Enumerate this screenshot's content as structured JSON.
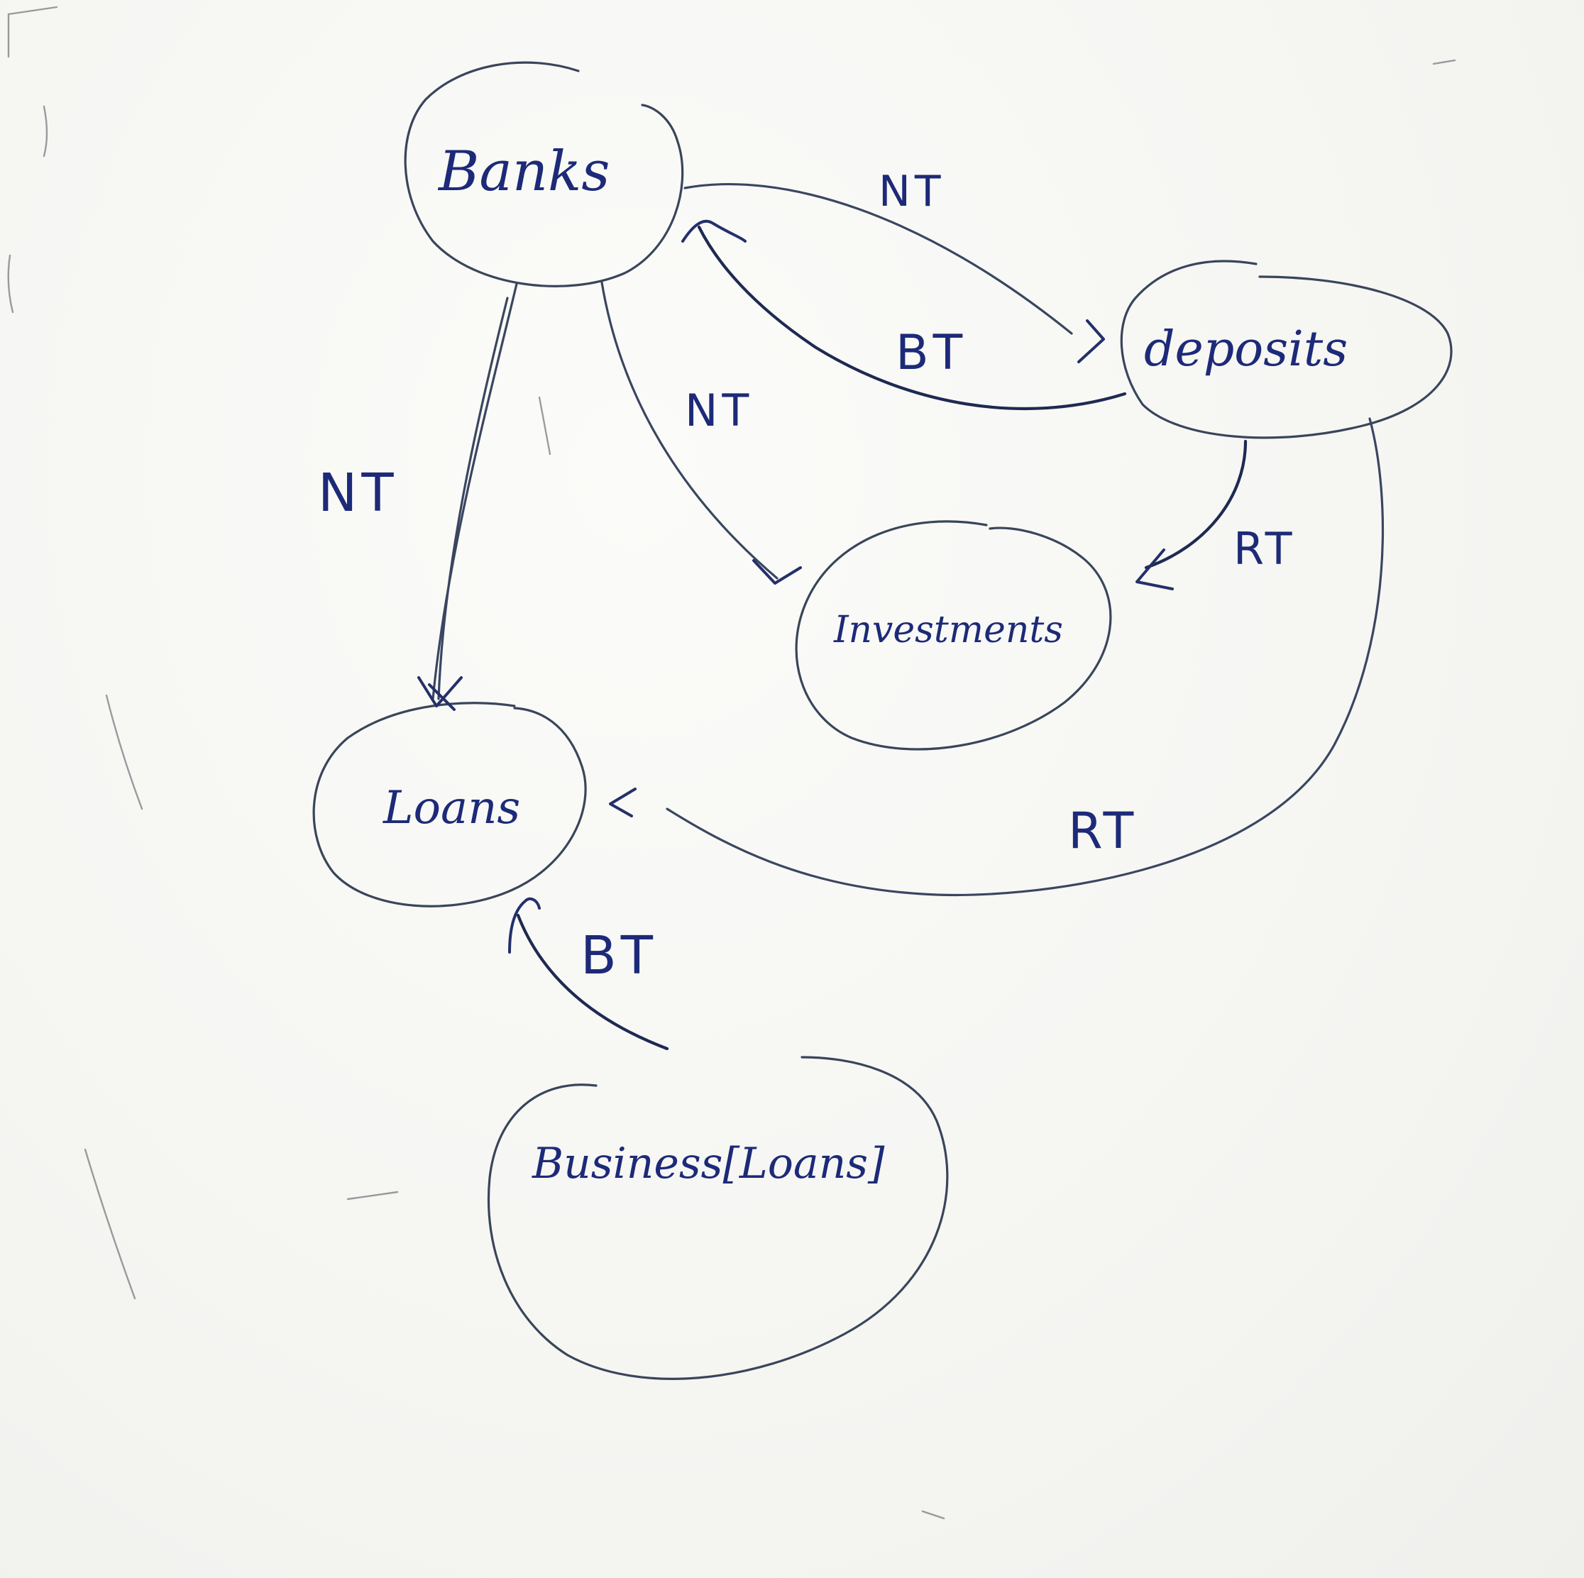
{
  "nodes": {
    "banks": "Banks",
    "deposits": "deposits",
    "investments": "Investments",
    "loans": "Loans",
    "business_loans": "Business[Loans]"
  },
  "edges": {
    "banks_to_deposits": "NT",
    "deposits_to_banks": "BT",
    "banks_to_investments": "NT",
    "banks_to_loans": "NT",
    "deposits_to_investments": "RT",
    "deposits_to_loans": "RT",
    "business_to_loans": "BT"
  },
  "colors": {
    "ink_outline": "#39455a",
    "ink_text": "#1d2a78",
    "board": "#f7f7f5"
  }
}
